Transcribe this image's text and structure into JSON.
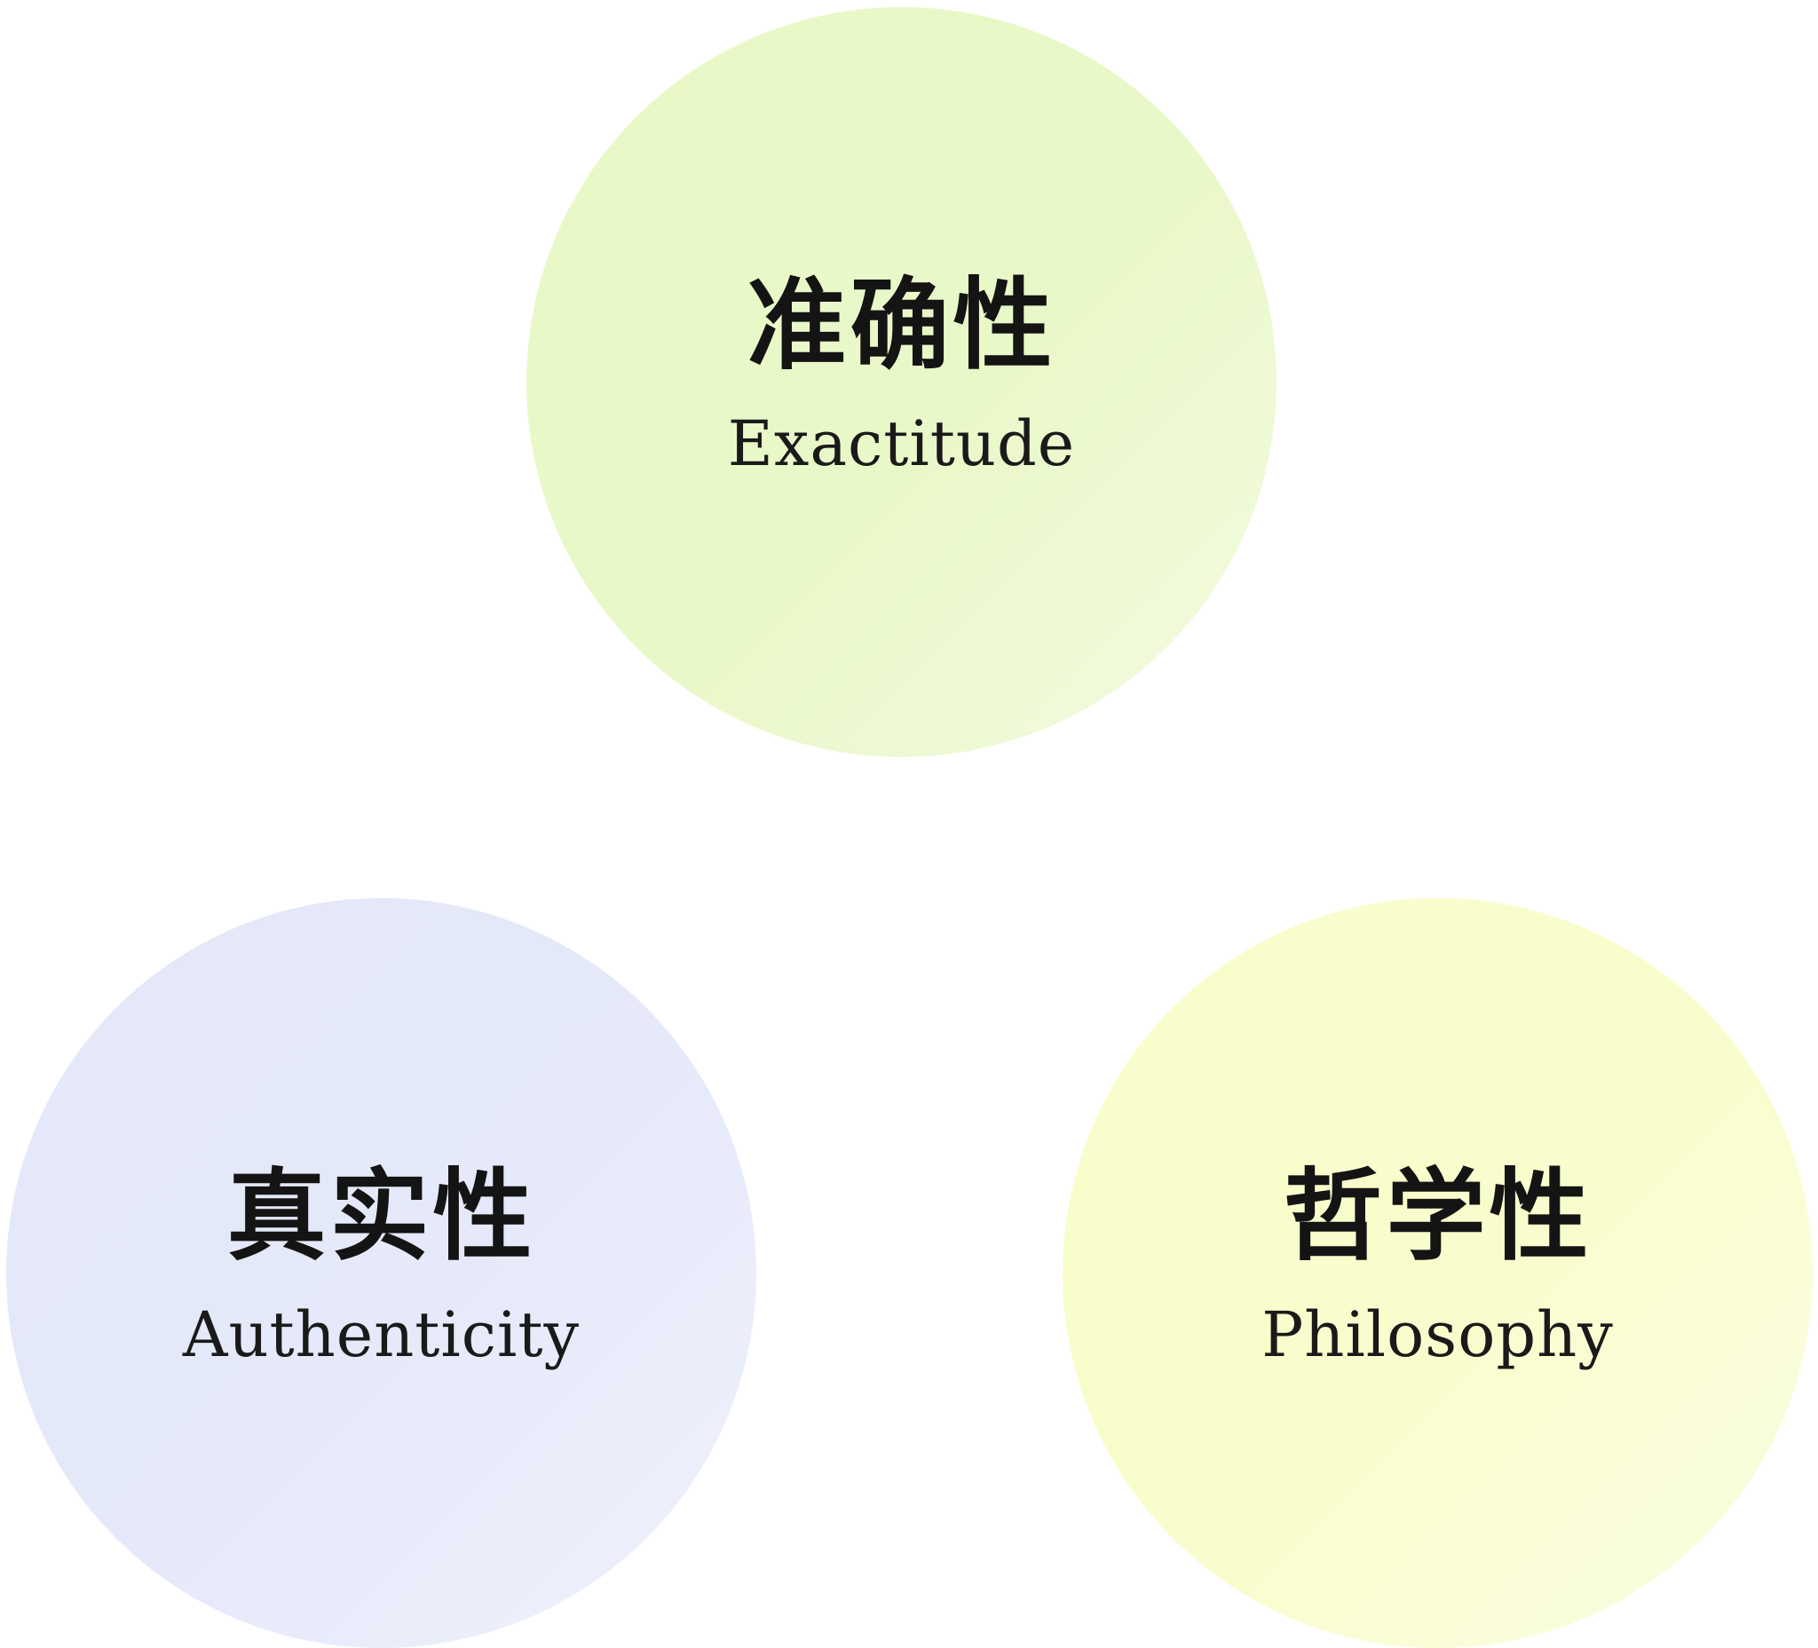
{
  "circles": {
    "top": {
      "title": "准确性",
      "subtitle": "Exactitude",
      "color": "#e9f8c6"
    },
    "left": {
      "title": "真实性",
      "subtitle": "Authenticity",
      "color": "#e3e8f7"
    },
    "right": {
      "title": "哲学性",
      "subtitle": "Philosophy",
      "color": "#f9fdcb"
    }
  }
}
